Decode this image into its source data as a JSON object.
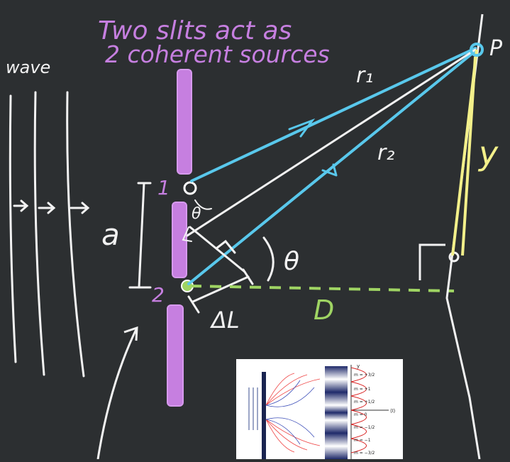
{
  "title_line1": "Two slits act as",
  "title_line2": "2 coherent sources",
  "wave_label": "wave",
  "slit_1_label": "1",
  "slit_2_label": "2",
  "separation_label": "a",
  "theta_label": "θ",
  "theta_small_label": "θ",
  "path_diff_label": "ΔL",
  "r1_label": "r₁",
  "r2_label": "r₂",
  "y_label": "y",
  "distance_label": "D",
  "point_label": "P",
  "inset": {
    "axis_y": "y",
    "axis_i": "⟨I⟩",
    "orders": [
      "m = +3/2",
      "m = +1",
      "m = +1/2",
      "m = 0",
      "m = −1/2",
      "m = −1",
      "m = −3/2"
    ]
  },
  "colors": {
    "background": "#2c2f31",
    "barrier": "#c67fe0",
    "rays": "#59c8ec",
    "y_marker": "#f3f08a",
    "distance": "#9fd463",
    "chalk": "#f2f2f2"
  }
}
